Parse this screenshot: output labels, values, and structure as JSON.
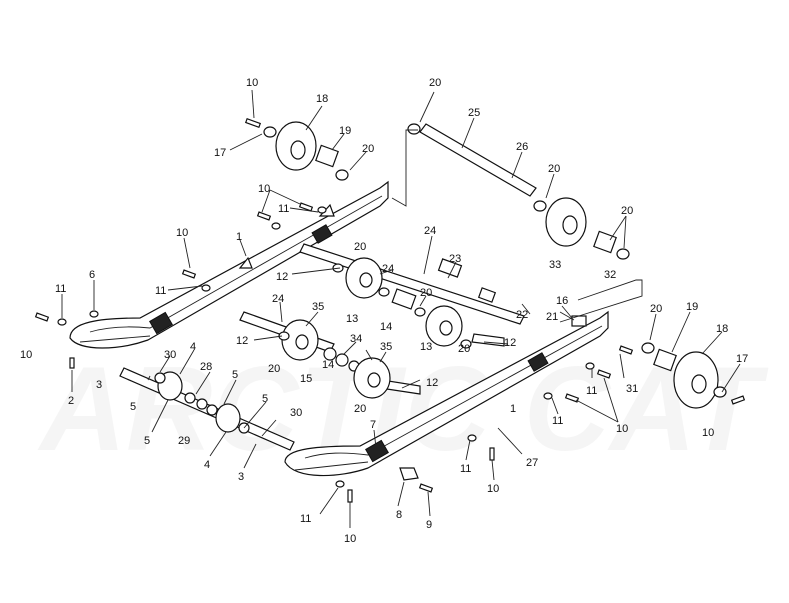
{
  "watermark": "ARCTIC CAT",
  "callouts": [
    {
      "id": "c01",
      "text": "10"
    },
    {
      "id": "c02",
      "text": "18"
    },
    {
      "id": "c03",
      "text": "20"
    },
    {
      "id": "c04",
      "text": "25"
    },
    {
      "id": "c05",
      "text": "19"
    },
    {
      "id": "c06",
      "text": "20"
    },
    {
      "id": "c07",
      "text": "17"
    },
    {
      "id": "c08",
      "text": "26"
    },
    {
      "id": "c09",
      "text": "20"
    },
    {
      "id": "c10",
      "text": "10"
    },
    {
      "id": "c11",
      "text": "11"
    },
    {
      "id": "c12",
      "text": "10"
    },
    {
      "id": "c13",
      "text": "1"
    },
    {
      "id": "c14",
      "text": "20"
    },
    {
      "id": "c15",
      "text": "24"
    },
    {
      "id": "c16",
      "text": "20"
    },
    {
      "id": "c17",
      "text": "33"
    },
    {
      "id": "c18",
      "text": "32"
    },
    {
      "id": "c19",
      "text": "12"
    },
    {
      "id": "c20",
      "text": "24"
    },
    {
      "id": "c21",
      "text": "23"
    },
    {
      "id": "c22",
      "text": "6"
    },
    {
      "id": "c23",
      "text": "11"
    },
    {
      "id": "c24",
      "text": "11"
    },
    {
      "id": "c25",
      "text": "24"
    },
    {
      "id": "c26",
      "text": "20"
    },
    {
      "id": "c27",
      "text": "16"
    },
    {
      "id": "c28",
      "text": "35"
    },
    {
      "id": "c29",
      "text": "13"
    },
    {
      "id": "c30",
      "text": "14"
    },
    {
      "id": "c31",
      "text": "21"
    },
    {
      "id": "c32",
      "text": "20"
    },
    {
      "id": "c33",
      "text": "19"
    },
    {
      "id": "c34",
      "text": "10"
    },
    {
      "id": "c35",
      "text": "12"
    },
    {
      "id": "c36",
      "text": "22"
    },
    {
      "id": "c37",
      "text": "18"
    },
    {
      "id": "c38",
      "text": "34"
    },
    {
      "id": "c39",
      "text": "13"
    },
    {
      "id": "c40",
      "text": "20"
    },
    {
      "id": "c41",
      "text": "12"
    },
    {
      "id": "c42",
      "text": "30"
    },
    {
      "id": "c43",
      "text": "4"
    },
    {
      "id": "c44",
      "text": "35"
    },
    {
      "id": "c45",
      "text": "20"
    },
    {
      "id": "c46",
      "text": "15"
    },
    {
      "id": "c47",
      "text": "14"
    },
    {
      "id": "c48",
      "text": "3"
    },
    {
      "id": "c49",
      "text": "28"
    },
    {
      "id": "c50",
      "text": "5"
    },
    {
      "id": "c51",
      "text": "12"
    },
    {
      "id": "c52",
      "text": "31"
    },
    {
      "id": "c53",
      "text": "17"
    },
    {
      "id": "c54",
      "text": "2"
    },
    {
      "id": "c55",
      "text": "5"
    },
    {
      "id": "c56",
      "text": "20"
    },
    {
      "id": "c57",
      "text": "11"
    },
    {
      "id": "c58",
      "text": "5"
    },
    {
      "id": "c59",
      "text": "29"
    },
    {
      "id": "c60",
      "text": "5"
    },
    {
      "id": "c61",
      "text": "11"
    },
    {
      "id": "c62",
      "text": "1"
    },
    {
      "id": "c63",
      "text": "10"
    },
    {
      "id": "c64",
      "text": "10"
    },
    {
      "id": "c65",
      "text": "30"
    },
    {
      "id": "c66",
      "text": "7"
    },
    {
      "id": "c67",
      "text": "4"
    },
    {
      "id": "c68",
      "text": "3"
    },
    {
      "id": "c69",
      "text": "11"
    },
    {
      "id": "c70",
      "text": "27"
    },
    {
      "id": "c71",
      "text": "10"
    },
    {
      "id": "c72",
      "text": "8"
    },
    {
      "id": "c73",
      "text": "9"
    },
    {
      "id": "c74",
      "text": "11"
    },
    {
      "id": "c75",
      "text": "10"
    }
  ]
}
